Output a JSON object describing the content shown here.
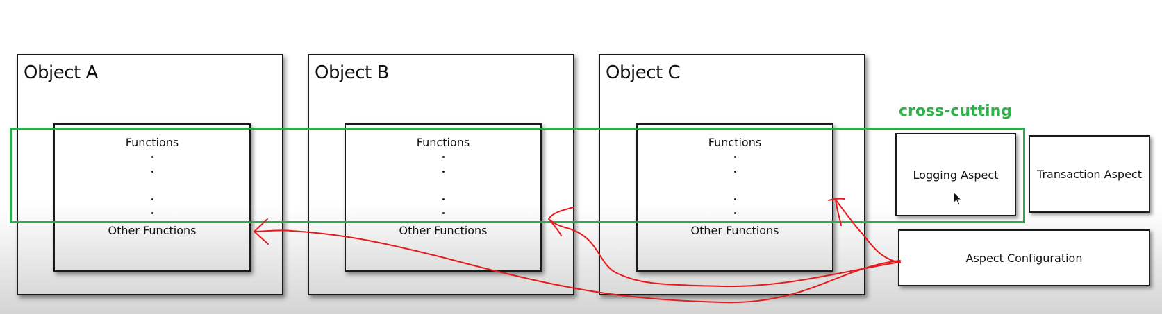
{
  "objects": [
    {
      "title": "Object A",
      "functions_label": "Functions",
      "other_label": "Other Functions"
    },
    {
      "title": "Object B",
      "functions_label": "Functions",
      "other_label": "Other Functions"
    },
    {
      "title": "Object C",
      "functions_label": "Functions",
      "other_label": "Other Functions"
    }
  ],
  "aspects": {
    "logging": "Logging Aspect",
    "transaction": "Transaction Aspect",
    "configuration": "Aspect Configuration"
  },
  "cross_cutting": {
    "label": "cross-cutting",
    "color": "#2eaa4e"
  },
  "annotation_color": "#e8191b"
}
